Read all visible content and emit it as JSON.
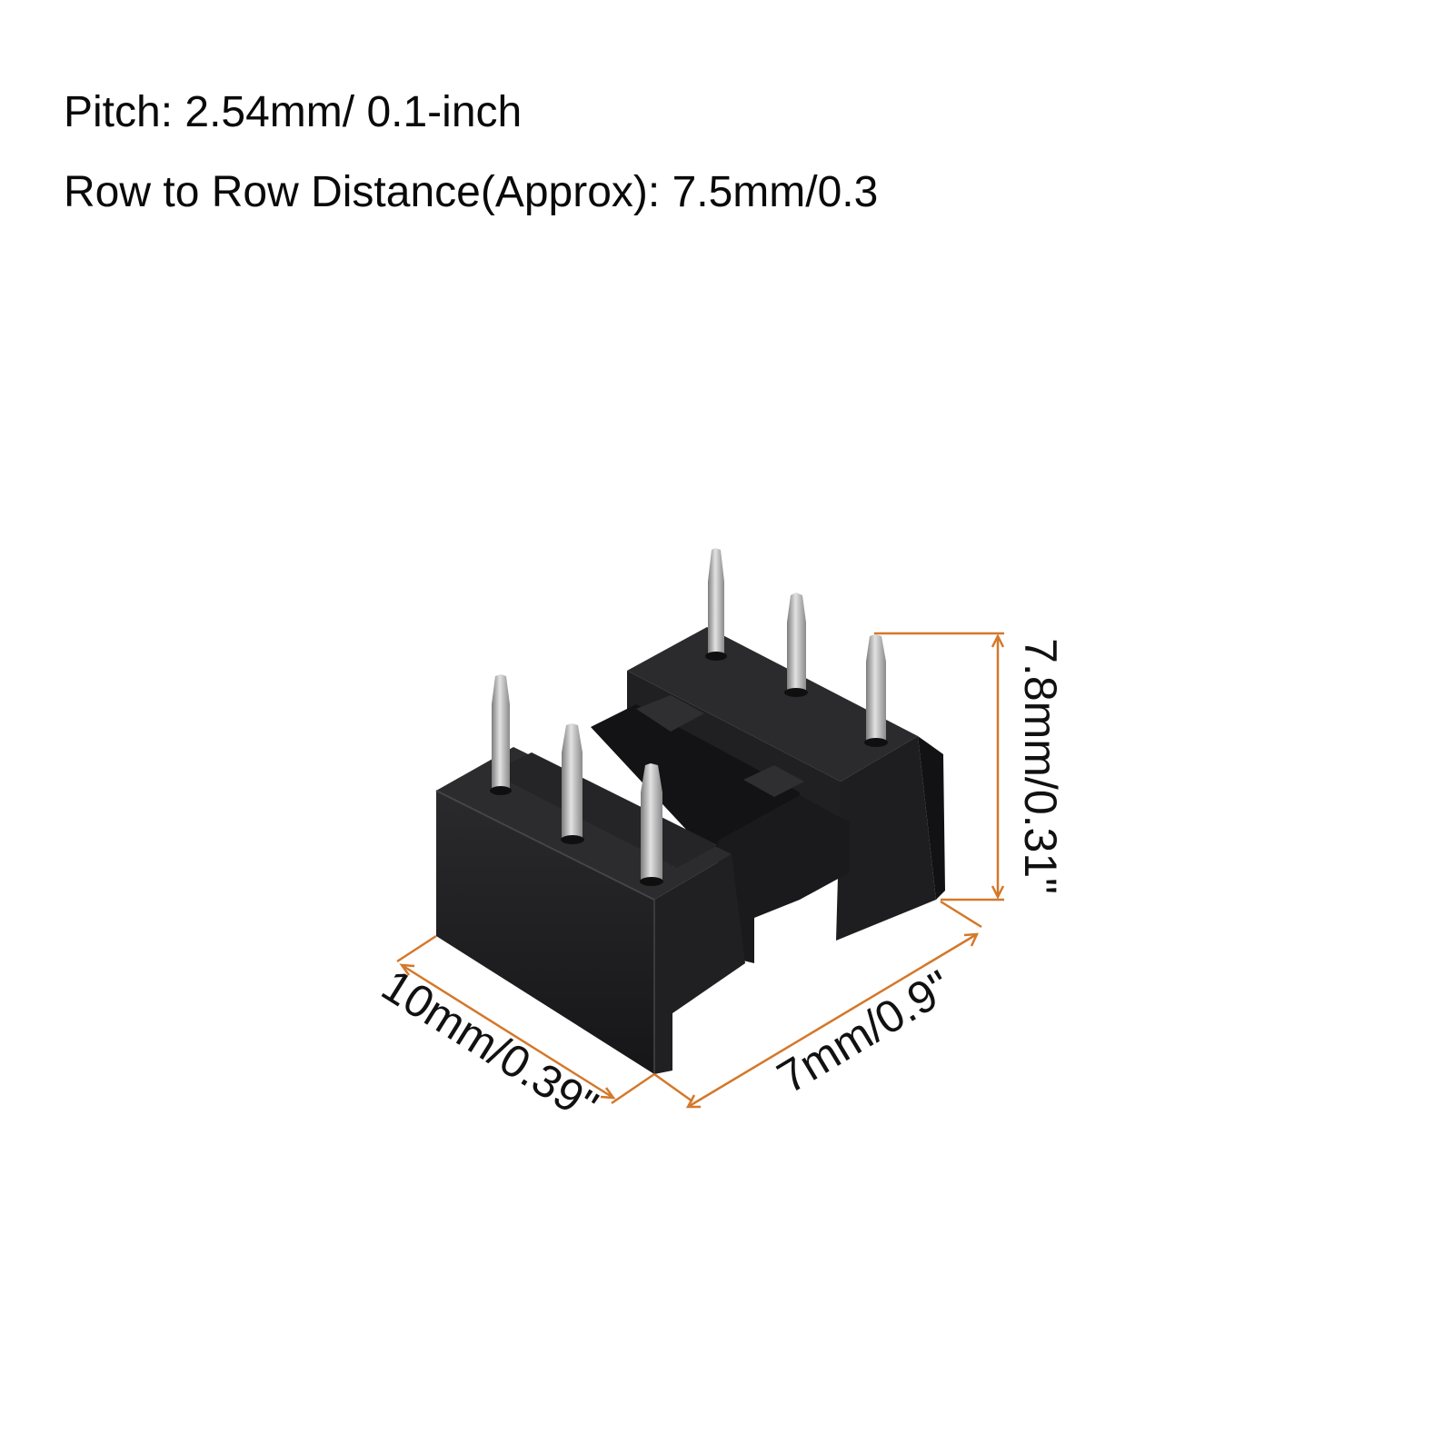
{
  "specs": {
    "pitch": "Pitch: 2.54mm/ 0.1-inch",
    "row_distance": "Row to Row Distance(Approx): 7.5mm/0.3"
  },
  "dimensions": {
    "height": "7.8mm/0.31\"",
    "length": "10mm/0.39\"",
    "width": "7mm/0.9\""
  },
  "colors": {
    "dimension_line": "#d4782a",
    "socket_body": "#1c1c1e",
    "pin": "#b9b9b9",
    "text": "#0a0a0a"
  }
}
